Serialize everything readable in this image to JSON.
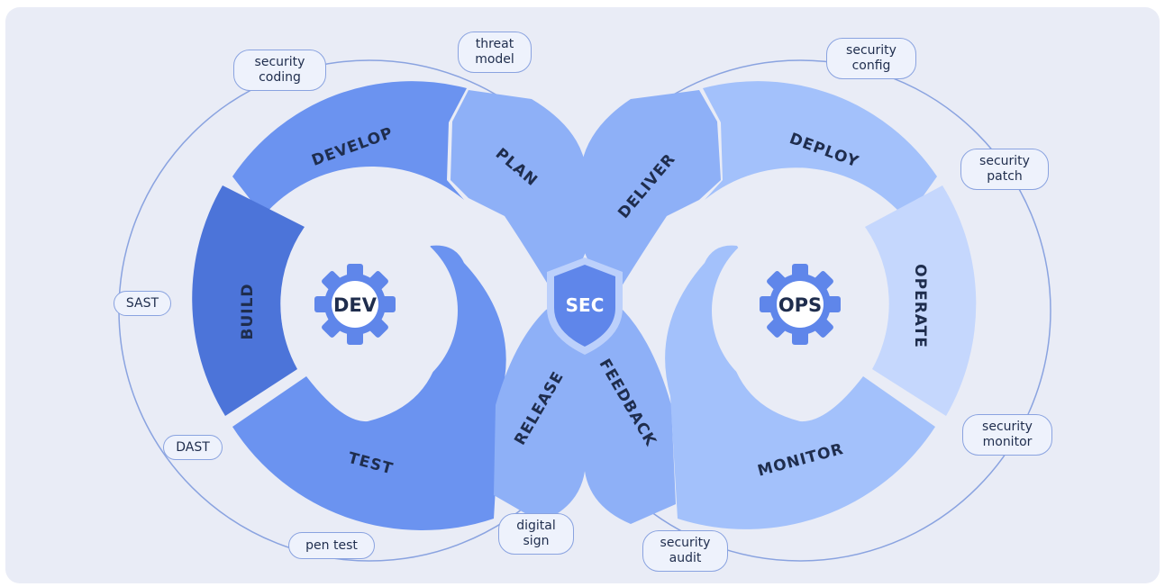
{
  "colors": {
    "background": "#e9ecf6",
    "develop": "#6b93f0",
    "build": "#4c74d9",
    "test": "#6b93f0",
    "plan_deliver": "#8eb0f7",
    "deploy": "#a3c1fb",
    "operate": "#c5d7fd",
    "monitor": "#a3c1fb",
    "gear": "#5f86ea",
    "text": "#1f2d4d"
  },
  "segments": {
    "develop": "DEVELOP",
    "build": "BUILD",
    "test": "TEST",
    "plan": "PLAN",
    "release": "RELEASE",
    "deliver": "DELIVER",
    "feedback": "FEEDBACK",
    "deploy": "DEPLOY",
    "operate": "OPERATE",
    "monitor": "MONITOR"
  },
  "cores": {
    "dev": "DEV",
    "sec": "SEC",
    "ops": "OPS"
  },
  "practices": {
    "security_coding": "security\ncoding",
    "threat_model": "threat\nmodel",
    "security_config": "security\nconfig",
    "security_patch": "security\npatch",
    "sast": "SAST",
    "dast": "DAST",
    "pen_test": "pen test",
    "digital_sign": "digital\nsign",
    "security_audit": "security\naudit",
    "security_monitor": "security\nmonitor"
  },
  "icons": [
    "gear-icon",
    "shield-icon"
  ]
}
